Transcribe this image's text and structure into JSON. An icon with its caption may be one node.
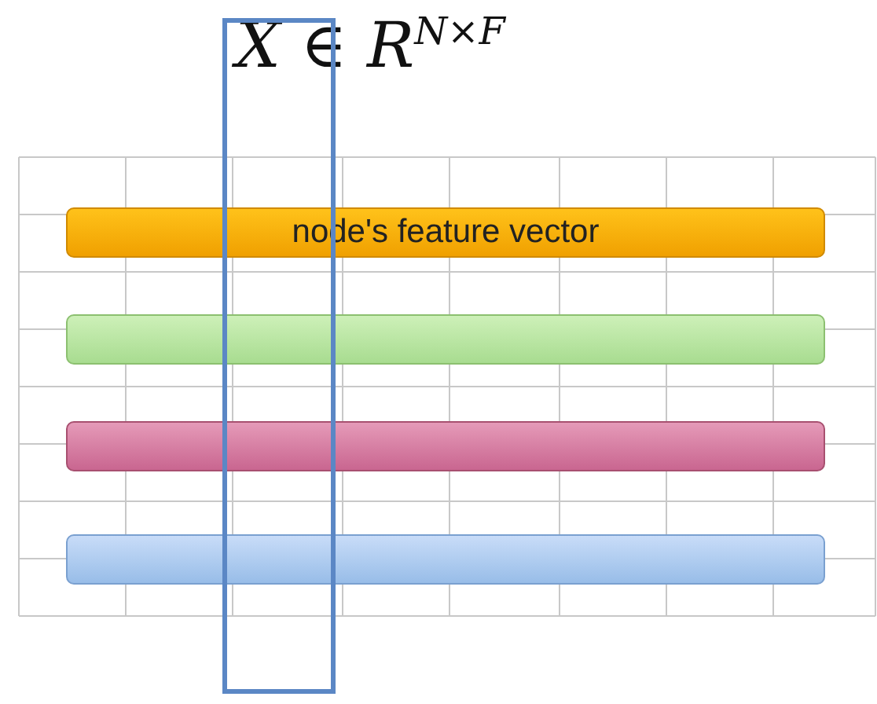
{
  "diagram": {
    "title": "X ∈ R$^{N×F}$",
    "nodes": [
      {
        "text": [
          "node's feature vector"
        ]
      },
      {
        "text": [],
        "shape": "bar"
      },
      {
        "text": [],
        "shape": "bar"
      },
      {
        "text": [],
        "shape": "bar"
      }
    ]
  }
}
